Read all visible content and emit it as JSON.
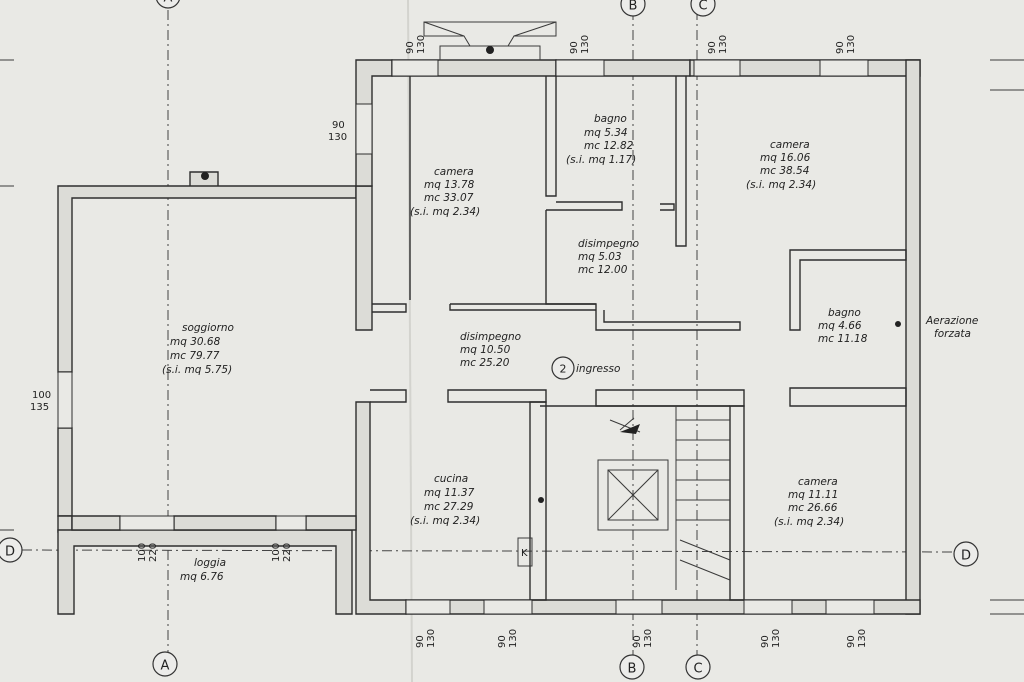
{
  "axes": {
    "A_top": "A",
    "B_top": "B",
    "C_top": "C",
    "A_bottom": "A",
    "B_bottom": "B",
    "C_bottom": "C",
    "D_left": "D",
    "D_right": "D",
    "entrance_number": "2"
  },
  "rooms": {
    "camera_1": {
      "name": "camera",
      "mq": "mq  13.78",
      "mc": "mc  33.07",
      "si": "(s.i.  mq 2.34)"
    },
    "bagno_1": {
      "name": "bagno",
      "mq": "mq    5.34",
      "mc": "mc   12.82",
      "si": "(s.i.  mq  1.17)"
    },
    "camera_2": {
      "name": "camera",
      "mq": "mq   16.06",
      "mc": "mc   38.54",
      "si": "(s.i.  mq  2.34)"
    },
    "disimpegno_1": {
      "name": "disimpegno",
      "mq": "mq     5.03",
      "mc": "mc   12.00"
    },
    "soggiorno": {
      "name": "soggiorno",
      "mq": "mq    30.68",
      "mc": "mc    79.77",
      "si": "(s.i.  mq  5.75)"
    },
    "disimpegno_2": {
      "name": "disimpegno",
      "mq": "mq     10.50",
      "mc": "mc     25.20"
    },
    "ingresso": {
      "name": "ingresso"
    },
    "bagno_2": {
      "name": "bagno",
      "mq": "mq    4.66",
      "mc": "mc   11.18"
    },
    "aerazione": {
      "line1": "Aerazione",
      "line2": "forzata"
    },
    "cucina": {
      "name": "cucina",
      "mq": "mq    11.37",
      "mc": "mc    27.29",
      "si": "(s.i.  mq  2.34)"
    },
    "camera_3": {
      "name": "camera",
      "mq": "mq    11.11",
      "mc": "mc    26.66",
      "si": "(s.i.  mq  2.34)"
    },
    "loggia": {
      "name": "loggia",
      "mq": "mq   6.76"
    }
  },
  "openings": {
    "top_1": {
      "a": "90",
      "b": "130"
    },
    "top_2": {
      "a": "90",
      "b": "130"
    },
    "top_3": {
      "a": "90",
      "b": "130"
    },
    "top_4": {
      "a": "90",
      "b": "130"
    },
    "left_upper": {
      "a": "90",
      "b": "130"
    },
    "left_soggiorno": {
      "a": "100",
      "b": "135"
    },
    "loggia_1": {
      "a": "100",
      "b": "220"
    },
    "loggia_2": {
      "a": "100",
      "b": "220"
    },
    "bottom_1": {
      "a": "90",
      "b": "130"
    },
    "bottom_2": {
      "a": "90",
      "b": "130"
    },
    "bottom_3": {
      "a": "90",
      "b": "130"
    },
    "bottom_4": {
      "a": "90",
      "b": "130"
    },
    "bottom_5": {
      "a": "90",
      "b": "130"
    }
  },
  "kitchen_mark": "K"
}
